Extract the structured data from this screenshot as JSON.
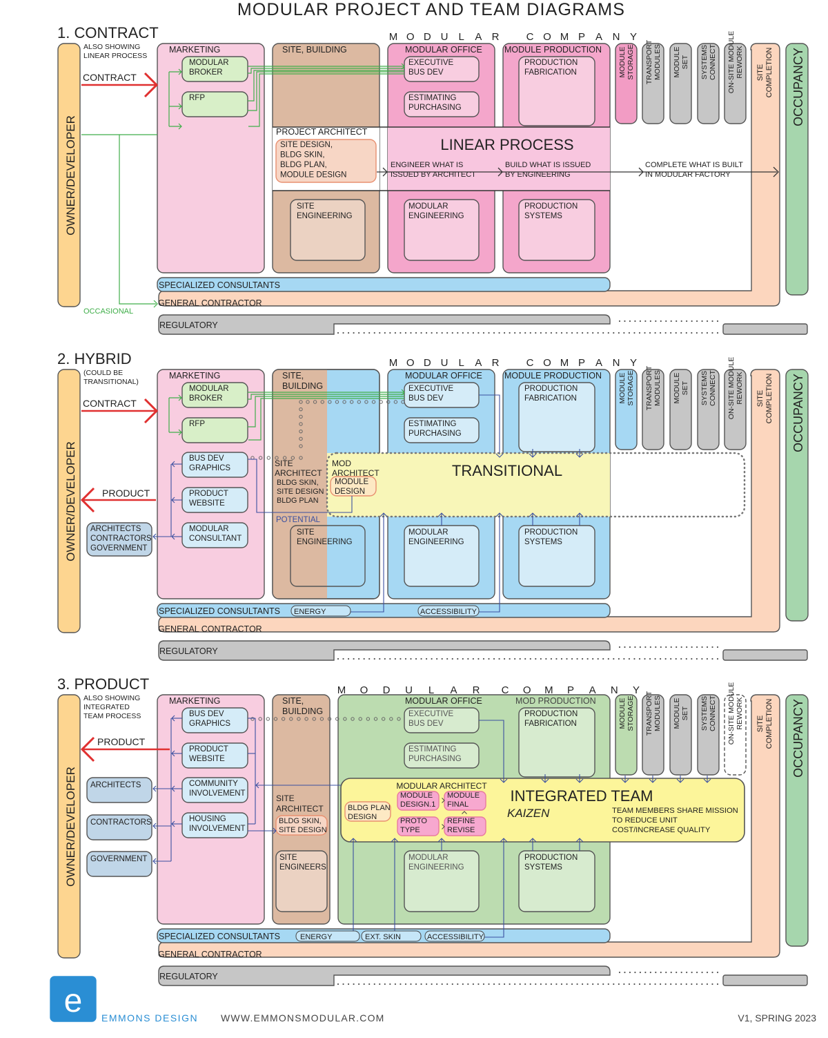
{
  "title": "MODULAR PROJECT AND TEAM DIAGRAMS",
  "footer": {
    "logo_letter": "e",
    "brand": "EMMONS DESIGN",
    "url": "WWW.EMMONSMODULAR.COM",
    "version": "V1, SPRING 2023"
  },
  "colors": {
    "owner": "#fdd590",
    "marketing": "#f8cde0",
    "site": "#dcb9a1",
    "office_pink": "#f4a6cb",
    "office_blue": "#a6d8f3",
    "office_green": "#bcdcb0",
    "gc": "#fcd6be",
    "consultants": "#a6d8f3",
    "regulatory": "#c6c6c6",
    "occupancy": "#a6d6ad",
    "storage_pink": "#f29cc4",
    "gray_col": "#c6c6c6",
    "linear_band": "#f8c6df",
    "transitional": "#f8f6b8",
    "integrated": "#fcf59a",
    "red_arrow": "#e03030",
    "green_line": "#3fae49",
    "blue_line": "#3a4fa0",
    "logo_blue": "#2a8ed4"
  },
  "common": {
    "owner_developer": "OWNER/DEVELOPER",
    "modular": "MODULAR",
    "company": "COMPANY",
    "marketing": "MARKETING",
    "occupancy": "OCCUPANCY",
    "specialized_consultants": "SPECIALIZED CONSULTANTS",
    "general_contractor": "GENERAL CONTRACTOR",
    "regulatory": "REGULATORY",
    "modular_broker": [
      "MODULAR",
      "BROKER"
    ],
    "rfp": "RFP",
    "executive_bus_dev": [
      "EXECUTIVE",
      "BUS DEV"
    ],
    "estimating_purchasing": [
      "ESTIMATING",
      "PURCHASING"
    ],
    "production_fabrication": [
      "PRODUCTION",
      "FABRICATION"
    ],
    "module_engineering": [
      "MODULAR",
      "ENGINEERING"
    ],
    "production_systems": [
      "PRODUCTION",
      "SYSTEMS"
    ],
    "site_engineering": [
      "SITE",
      "ENGINEERING"
    ],
    "columns": [
      [
        "MODULE",
        "STORAGE"
      ],
      [
        "TRANSPORT",
        "MODULES"
      ],
      [
        "MODULE",
        "SET"
      ],
      [
        "SYSTEMS",
        "CONNECT"
      ],
      [
        "ON-SITE MODULE",
        "REWORK"
      ],
      [
        "SITE",
        "COMPLETION"
      ]
    ],
    "energy": "ENERGY",
    "accessibility": "ACCESSIBILITY"
  },
  "section1": {
    "heading": "1. CONTRACT",
    "note": [
      "ALSO SHOWING",
      "LINEAR  PROCESS"
    ],
    "contract": "CONTRACT",
    "site_building": "SITE, BUILDING",
    "modular_office": "MODULAR OFFICE",
    "module_production": "MODULE PRODUCTION",
    "project_architect": "PROJECT ARCHITECT",
    "architect_tasks": [
      "SITE DESIGN,",
      "BLDG SKIN,",
      "BLDG PLAN,",
      "MODULE DESIGN"
    ],
    "linear_process": "LINEAR  PROCESS",
    "engineer_what": [
      "ENGINEER WHAT IS",
      "ISSUED BY ARCHITECT"
    ],
    "build_what": [
      "BUILD WHAT IS ISSUED",
      "BY ENGINEERING"
    ],
    "complete_what": [
      "COMPLETE WHAT IS BUILT",
      "IN MODULAR FACTORY"
    ],
    "occasional": "OCCASIONAL"
  },
  "section2": {
    "heading": "2. HYBRID",
    "note": [
      "(COULD BE",
      "TRANSITIONAL)"
    ],
    "contract": "CONTRACT",
    "product": "PRODUCT",
    "site_building": [
      "SITE,",
      "BUILDING"
    ],
    "modular_office": "MODULAR OFFICE",
    "module_production": "MODULE PRODUCTION",
    "bus_dev_graphics": [
      "BUS DEV",
      "GRAPHICS"
    ],
    "product_website": [
      "PRODUCT",
      "WEBSITE"
    ],
    "modular_consultant": [
      "MODULAR",
      "CONSULTANT"
    ],
    "external": [
      "ARCHITECTS",
      "CONTRACTORS",
      "GOVERNMENT"
    ],
    "site_architect": [
      "SITE",
      "ARCHITECT"
    ],
    "site_architect_tasks": [
      "BLDG SKIN,",
      "SITE DESIGN",
      "BLDG PLAN"
    ],
    "mod_architect": [
      "MOD",
      "ARCHITECT"
    ],
    "module_design": [
      "MODULE",
      "DESIGN"
    ],
    "transitional": "TRANSITIONAL",
    "potential": "POTENTIAL"
  },
  "section3": {
    "heading": "3. PRODUCT",
    "note": [
      "ALSO SHOWING",
      "INTEGRATED",
      "TEAM PROCESS"
    ],
    "product": "PRODUCT",
    "site_building": [
      "SITE,",
      "BUILDING"
    ],
    "modular_office": "MODULAR OFFICE",
    "mod_production": "MOD PRODUCTION",
    "bus_dev_graphics": [
      "BUS DEV",
      "GRAPHICS"
    ],
    "product_website": [
      "PRODUCT",
      "WEBSITE"
    ],
    "community_involvement": [
      "COMMUNITY",
      "INVOLVEMENT"
    ],
    "housing_involvement": [
      "HOUSING",
      "INVOLVEMENT"
    ],
    "external": [
      "ARCHITECTS",
      "CONTRACTORS",
      "GOVERNMENT"
    ],
    "site_architect": [
      "SITE",
      "ARCHITECT"
    ],
    "site_architect_tasks": [
      "BLDG SKIN,",
      "SITE DESIGN"
    ],
    "site_engineers": [
      "SITE",
      "ENGINEERS"
    ],
    "modular_architect": "MODULAR ARCHITECT",
    "bldg_plan_design": [
      "BLDG PLAN",
      "DESIGN"
    ],
    "module_design_1": [
      "MODULE",
      "DESIGN.1"
    ],
    "module_final": [
      "MODULE",
      "FINAL"
    ],
    "proto_type": [
      "PROTO",
      "TYPE"
    ],
    "refine_revise": [
      "REFINE",
      "REVISE"
    ],
    "integrated_team": "INTEGRATED TEAM",
    "kaizen": "KAIZEN",
    "mission": [
      "TEAM MEMBERS SHARE MISSION",
      "TO REDUCE UNIT",
      "COST/INCREASE QUALITY"
    ],
    "ext_skin": "EXT. SKIN"
  }
}
